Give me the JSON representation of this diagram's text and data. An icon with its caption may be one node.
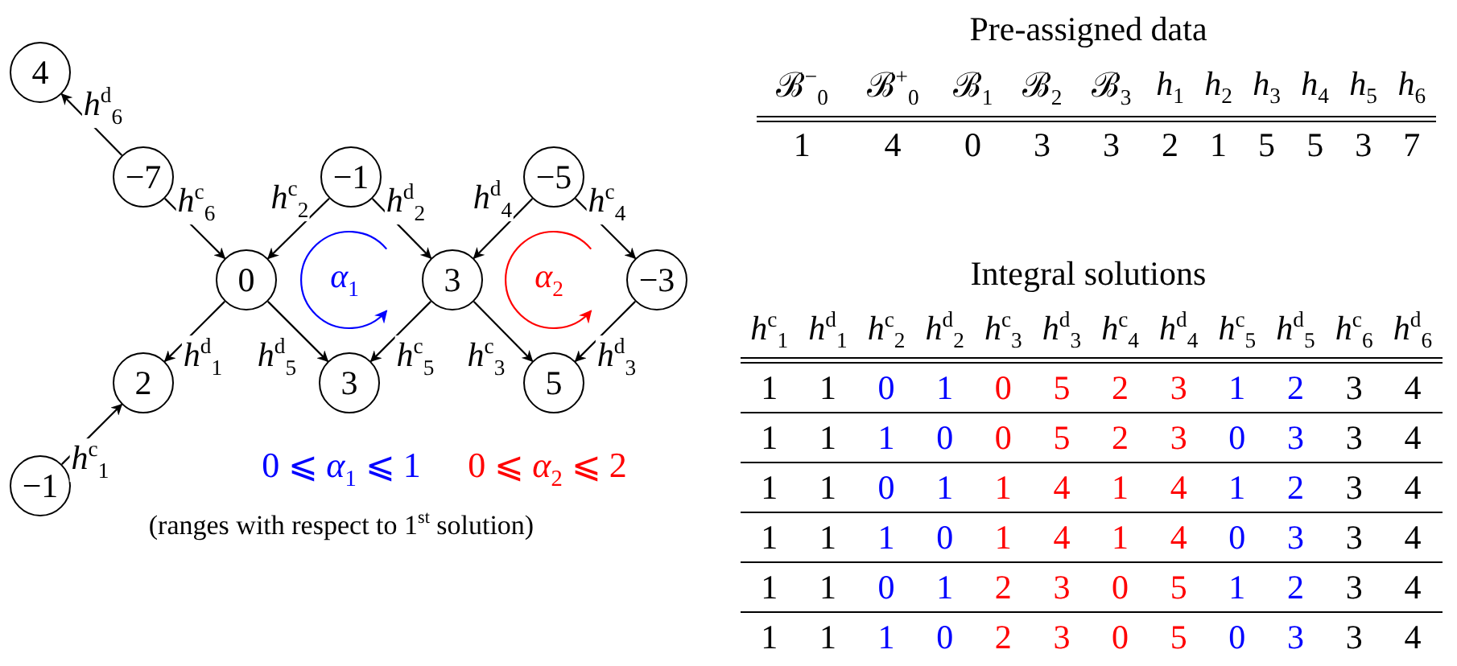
{
  "diagram": {
    "nodes": [
      {
        "text": [
          "4"
        ]
      },
      {
        "text": [
          "−7"
        ]
      },
      {
        "text": [
          "−1"
        ]
      },
      {
        "text": [
          "−5"
        ]
      },
      {
        "text": [
          "0"
        ]
      },
      {
        "text": [
          "3"
        ]
      },
      {
        "text": [
          "−3"
        ]
      },
      {
        "text": [
          "2"
        ]
      },
      {
        "text": [
          "3"
        ]
      },
      {
        "text": [
          "5"
        ]
      },
      {
        "text": [
          "−1"
        ]
      }
    ],
    "edges": [
      {
        "from": 1,
        "to": 0,
        "arrow": "to",
        "label": "*h*$^{d}$$_{6}$"
      },
      {
        "from": 1,
        "to": 4,
        "arrow": "to",
        "label": "*h*$^{c}$$_{6}$"
      },
      {
        "from": 2,
        "to": 4,
        "arrow": "to",
        "label": "*h*$^{c}$$_{2}$"
      },
      {
        "from": 2,
        "to": 5,
        "arrow": "to",
        "label": "*h*$^{d}$$_{2}$"
      },
      {
        "from": 3,
        "to": 5,
        "arrow": "to",
        "label": "*h*$^{d}$$_{4}$"
      },
      {
        "from": 3,
        "to": 6,
        "arrow": "to",
        "label": "*h*$^{c}$$_{4}$"
      },
      {
        "from": 4,
        "to": 7,
        "arrow": "to",
        "label": "*h*$^{d}$$_{1}$"
      },
      {
        "from": 4,
        "to": 8,
        "arrow": "to",
        "label": "*h*$^{d}$$_{5}$"
      },
      {
        "from": 5,
        "to": 8,
        "arrow": "to",
        "label": "*h*$^{c}$$_{5}$"
      },
      {
        "from": 5,
        "to": 9,
        "arrow": "to",
        "label": "*h*$^{c}$$_{3}$"
      },
      {
        "from": 6,
        "to": 9,
        "arrow": "to",
        "label": "*h*$^{d}$$_{3}$"
      },
      {
        "from": 10,
        "to": 7,
        "arrow": "to",
        "label": "*h*$^{c}$$_{1}$"
      }
    ],
    "labels": [
      "*α*$_{1}$",
      "*α*$_{2}$",
      "0 ⩽ *α*$_{1}$ ⩽ 1",
      "0 ⩽ *α*$_{2}$ ⩽ 2",
      "(ranges with respect to 1$^{st}$ solution)",
      "Pre-assigned data",
      "ℬ$^{−}$$_{0}$",
      "ℬ$^{+}$$_{0}$",
      "ℬ$_{1}$",
      "ℬ$_{2}$",
      "ℬ$_{3}$",
      "*h*$_{1}$",
      "*h*$_{2}$",
      "*h*$_{3}$",
      "*h*$_{4}$",
      "*h*$_{5}$",
      "*h*$_{6}$",
      "1",
      "4",
      "0",
      "3",
      "3",
      "2",
      "1",
      "5",
      "5",
      "3",
      "7",
      "Integral solutions",
      "*h*$^{c}$$_{1}$",
      "*h*$^{d}$$_{1}$",
      "*h*$^{c}$$_{2}$",
      "*h*$^{d}$$_{2}$",
      "*h*$^{c}$$_{3}$",
      "*h*$^{d}$$_{3}$",
      "*h*$^{c}$$_{4}$",
      "*h*$^{d}$$_{4}$",
      "*h*$^{c}$$_{5}$",
      "*h*$^{d}$$_{5}$",
      "*h*$^{c}$$_{6}$",
      "*h*$^{d}$$_{6}$",
      "1",
      "1",
      "0",
      "1",
      "0",
      "5",
      "2",
      "3",
      "1",
      "2",
      "3",
      "4",
      "1",
      "1",
      "1",
      "0",
      "0",
      "5",
      "2",
      "3",
      "0",
      "3",
      "3",
      "4",
      "1",
      "1",
      "0",
      "1",
      "1",
      "4",
      "1",
      "4",
      "1",
      "2",
      "3",
      "4",
      "1",
      "1",
      "1",
      "0",
      "1",
      "4",
      "1",
      "4",
      "0",
      "3",
      "3",
      "4",
      "1",
      "1",
      "0",
      "1",
      "2",
      "3",
      "0",
      "5",
      "1",
      "2",
      "3",
      "4",
      "1",
      "1",
      "1",
      "0",
      "2",
      "3",
      "0",
      "5",
      "0",
      "3",
      "3",
      "4"
    ]
  }
}
